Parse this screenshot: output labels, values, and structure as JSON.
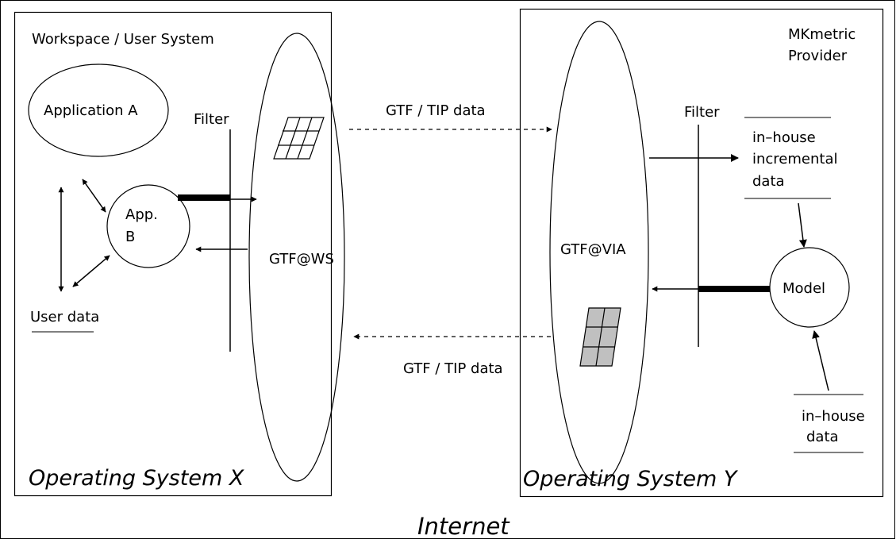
{
  "left_system": {
    "title": "Workspace / User System",
    "os_label": "Operating System X",
    "application_a": "Application A",
    "app_b_line1": "App.",
    "app_b_line2": "B",
    "filter": "Filter",
    "user_data": "User data",
    "gtf_node": "GTF@WS"
  },
  "right_system": {
    "title_line1": "MKmetric",
    "title_line2": "Provider",
    "os_label": "Operating System Y",
    "filter": "Filter",
    "gtf_node": "GTF@VIA",
    "incremental_line1": "in–house",
    "incremental_line2": "incremental",
    "incremental_line3": "data",
    "model": "Model",
    "inhouse_line1": "in–house",
    "inhouse_line2": "data"
  },
  "links": {
    "top": "GTF / TIP data",
    "bottom": "GTF / TIP data"
  },
  "network": "Internet"
}
